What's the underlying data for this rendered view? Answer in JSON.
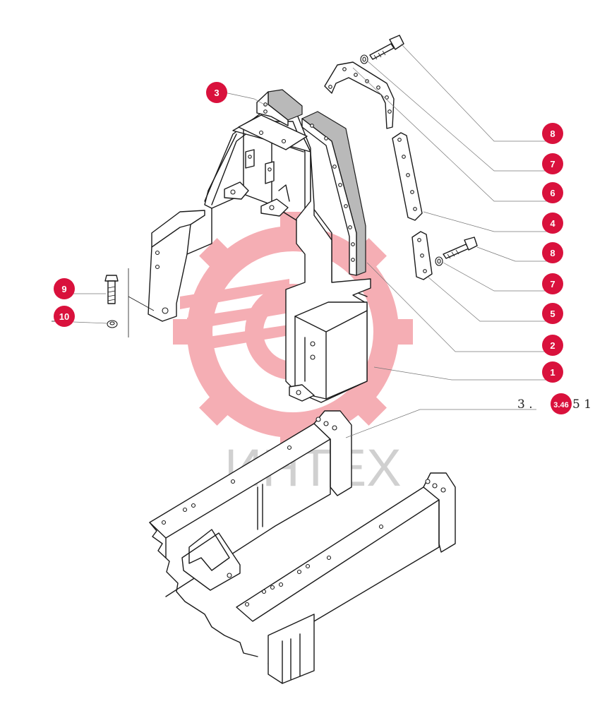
{
  "colors": {
    "callout": "#d9113c",
    "watermark": "#f4a0a8",
    "line": "#1a1a1a",
    "shade": "#b9b9b9"
  },
  "watermark": {
    "text": "ИНТЕХ",
    "icon": "gear-logo-icon"
  },
  "reference": {
    "text_a": "3 . ",
    "badge": "3.46",
    "text_b": "5 1"
  },
  "callouts": [
    "3",
    "8",
    "7",
    "6",
    "4",
    "8",
    "7",
    "5",
    "2",
    "1",
    "9",
    "10"
  ]
}
